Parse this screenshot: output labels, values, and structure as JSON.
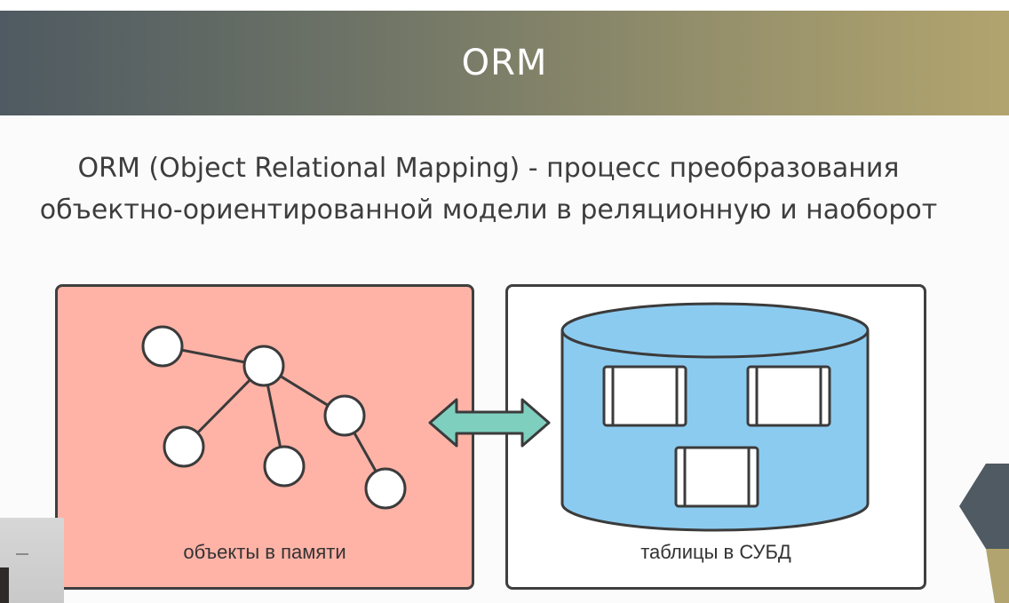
{
  "slide": {
    "title": "ORM",
    "subtitle_line1": "ORM (Object Relational Mapping) - процесс преобразования",
    "subtitle_line2": "объектно-ориентированной модели в реляционную и наоборот"
  },
  "diagram": {
    "left_panel_label": "объекты в памяти",
    "right_panel_label": "таблицы в СУБД",
    "arrow_icon": "double-arrow-icon",
    "tree_icon": "object-graph-icon",
    "db_icon": "database-cylinder-icon"
  },
  "colors": {
    "header_start": "#4f5a62",
    "header_end": "#b2a46e",
    "left_panel": "#ffb3a7",
    "arrow": "#7fcfbf",
    "database": "#8ccbf0"
  }
}
